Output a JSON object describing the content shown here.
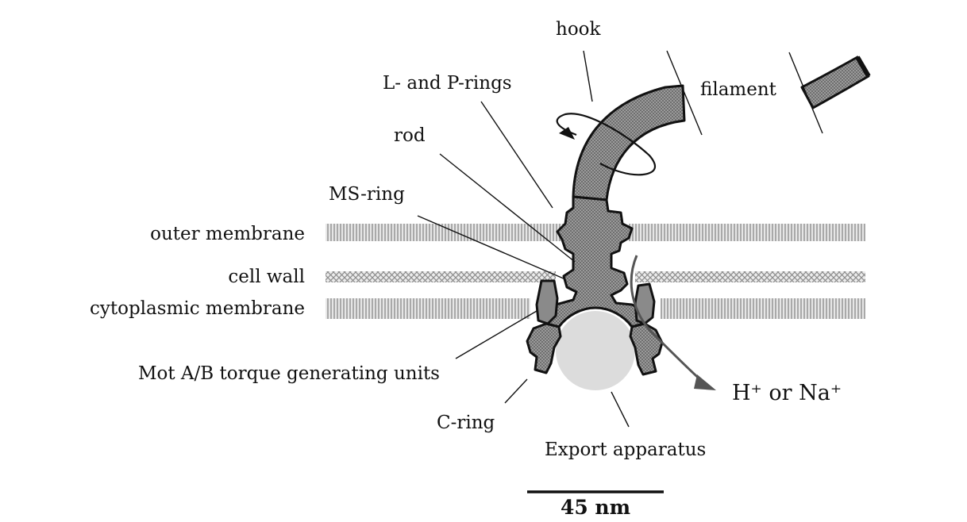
{
  "labels": {
    "hook": "hook",
    "filament": "filament",
    "lp_rings": "L- and P-rings",
    "rod": "rod",
    "ms_ring": "MS-ring",
    "outer_membrane": "outer membrane",
    "cell_wall": "cell wall",
    "cytoplasmic_membrane": "cytoplasmic membrane",
    "mot_units": "Mot A/B torque generating units",
    "c_ring": "C-ring",
    "export_apparatus": "Export apparatus",
    "ion": "H⁺ or Na⁺",
    "scale_bar": "45 nm"
  },
  "colors": {
    "structure_fill": "#8a8a8a",
    "membrane": "#b8b8b8",
    "cell_wall": "#a8a8a8",
    "export_apparatus": "#dcdcdc",
    "ink": "#111111"
  }
}
